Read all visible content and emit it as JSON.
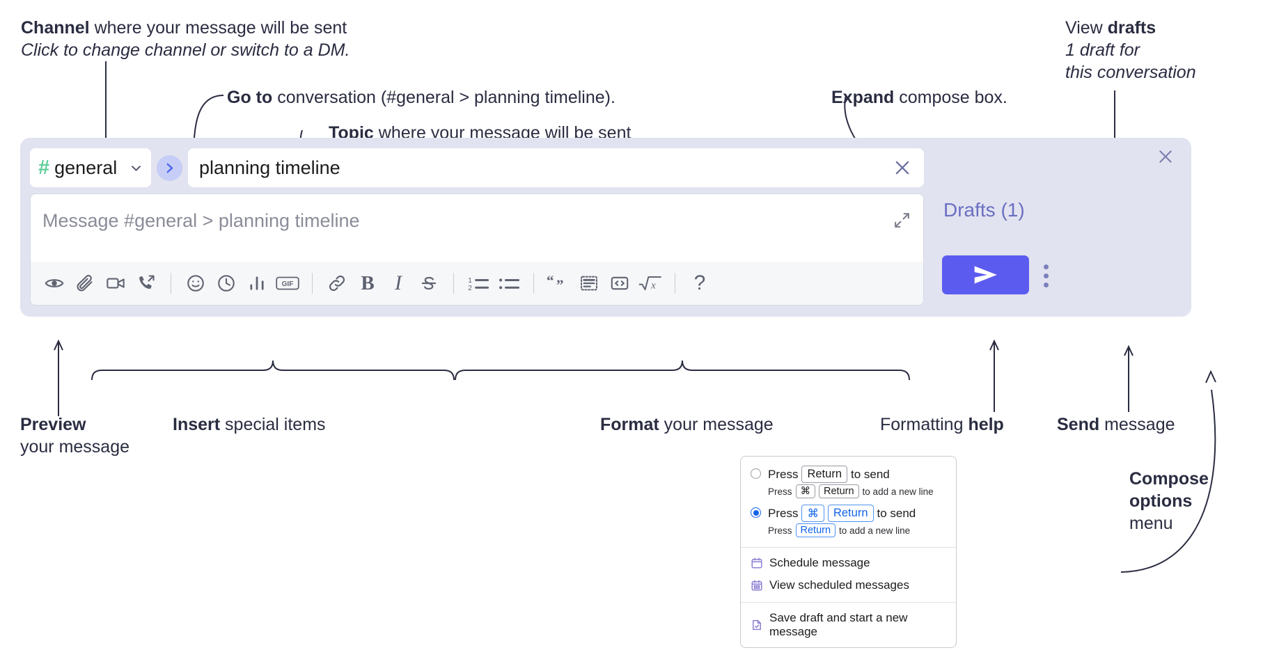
{
  "annotations": {
    "channel": {
      "bold": "Channel",
      "rest": " where your message will be sent",
      "italic": "Click to change channel or switch to a DM."
    },
    "goto": {
      "bold": "Go to",
      "rest": " conversation (#general > planning timeline)."
    },
    "topic": {
      "bold": "Topic",
      "rest": " where your message will be sent"
    },
    "expand": {
      "bold": "Expand",
      "rest": " compose box."
    },
    "drafts": {
      "lead": "View ",
      "bold": "drafts",
      "italic1": "1 draft for",
      "italic2": "this conversation"
    },
    "preview": {
      "bold": "Preview",
      "rest": "your message"
    },
    "insert": {
      "bold": "Insert",
      "rest": " special items"
    },
    "format": {
      "bold": "Format",
      "rest": " your message"
    },
    "help": {
      "lead": "Formatting ",
      "bold": "help"
    },
    "send": {
      "bold": "Send",
      "rest": " message"
    },
    "compose_options": {
      "bold1": "Compose",
      "bold2": "options",
      "rest": "menu"
    }
  },
  "compose": {
    "close_icon": "close-icon",
    "channel": {
      "hash": "#",
      "name": "general",
      "chevron_icon": "chevron-down-icon"
    },
    "goto_icon": "chevron-right-icon",
    "topic": {
      "value": "planning timeline",
      "clear_icon": "close-icon"
    },
    "message": {
      "placeholder": "Message #general > planning timeline",
      "expand_icon": "expand-diagonal-icon"
    },
    "toolbar": [
      {
        "name": "preview-icon",
        "label": "Preview"
      },
      {
        "name": "attachment-icon",
        "label": "Attach file"
      },
      {
        "name": "video-icon",
        "label": "Record video clip"
      },
      {
        "name": "huddle-icon",
        "label": "Huddle"
      },
      {
        "sep": true
      },
      {
        "name": "emoji-icon",
        "label": "Emoji"
      },
      {
        "name": "clock-icon",
        "label": "Reminder"
      },
      {
        "name": "poll-icon",
        "label": "Poll"
      },
      {
        "name": "gif-icon",
        "label": "GIF"
      },
      {
        "sep": true
      },
      {
        "name": "link-icon",
        "label": "Link"
      },
      {
        "name": "bold-icon",
        "label": "Bold",
        "glyph": "B"
      },
      {
        "name": "italic-icon",
        "label": "Italic",
        "glyph": "I"
      },
      {
        "name": "strikethrough-icon",
        "label": "Strikethrough"
      },
      {
        "sep": true
      },
      {
        "name": "ordered-list-icon",
        "label": "Ordered list"
      },
      {
        "name": "bulleted-list-icon",
        "label": "Bulleted list"
      },
      {
        "sep": true
      },
      {
        "name": "blockquote-icon",
        "label": "Blockquote"
      },
      {
        "name": "code-block-icon",
        "label": "Code block"
      },
      {
        "name": "code-icon",
        "label": "Code"
      },
      {
        "name": "math-icon",
        "label": "Math"
      },
      {
        "sep": true
      },
      {
        "name": "help-icon",
        "label": "Formatting help",
        "glyph": "?"
      }
    ],
    "rail": {
      "drafts_label": "Drafts (1)",
      "send_icon": "send-paper-plane-icon",
      "kebab_icon": "more-options-icon"
    }
  },
  "options_menu": {
    "radio_options": [
      {
        "selected": false,
        "main": {
          "pre": "Press",
          "key": "Return",
          "post": "to send"
        },
        "sub": {
          "pre": "Press",
          "key1": "⌘",
          "key2": "Return",
          "post": "to add a new line"
        }
      },
      {
        "selected": true,
        "main": {
          "pre": "Press",
          "key1": "⌘",
          "key2": "Return",
          "post": "to send"
        },
        "sub": {
          "pre": "Press",
          "key": "Return",
          "post": "to add a new line"
        }
      }
    ],
    "items": [
      {
        "icon": "calendar-icon",
        "label": "Schedule message"
      },
      {
        "icon": "calendar-grid-icon",
        "label": "View scheduled messages"
      },
      {
        "divider": true
      },
      {
        "icon": "save-draft-icon",
        "label": "Save draft and start a new message"
      }
    ]
  },
  "colors": {
    "accent": "#5b5bf0",
    "panel": "#e2e3f0",
    "channel_hash": "#5fcf9a",
    "goto_bg": "#c6cdf7",
    "drafts_text": "#6a6fc2",
    "radio_selected": "#1264e8",
    "menu_icon": "#8d7fd4"
  }
}
